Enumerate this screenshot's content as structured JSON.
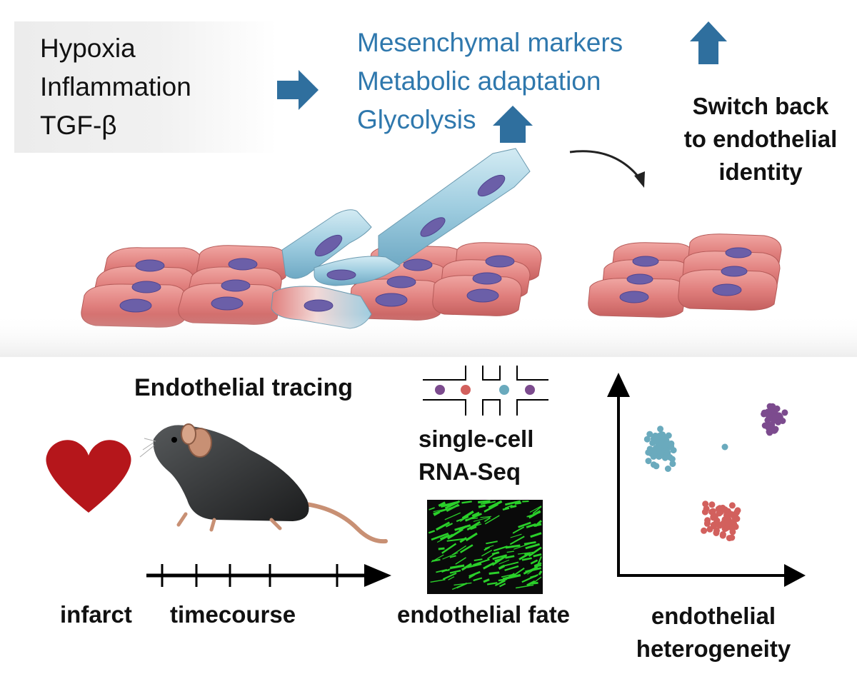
{
  "stimuli": [
    "Hypoxia",
    "Inflammation",
    "TGF-β"
  ],
  "responses": [
    "Mesenchymal markers",
    "Metabolic adaptation",
    "Glycolysis"
  ],
  "switch_back": [
    "Switch back",
    "to endothelial",
    "identity"
  ],
  "tracing": "Endothelial tracing",
  "scrnaseq": [
    "single-cell",
    "RNA-Seq"
  ],
  "bottom_labels": {
    "infarct": "infarct",
    "timecourse": "timecourse",
    "fate": "endothelial fate",
    "heterogeneity": [
      "endothelial",
      "heterogeneity"
    ]
  },
  "colors": {
    "response_text": "#2f78ad",
    "arrow_blue": "#2f6f9e",
    "endothelial_cell": "#e07f7d",
    "mesenchymal_cell": "#a7d2e2",
    "nucleus": "#6b5fa8",
    "heart": "#b5161b",
    "cluster_blue": "#6aaabd",
    "cluster_purple": "#7c4b8e",
    "cluster_red": "#d2605d",
    "fluorescence": "#2ee62e"
  },
  "icons": [
    "right-arrow-icon",
    "up-arrow-icon",
    "curved-arrow-icon",
    "heart-icon",
    "mouse-icon",
    "microfluidic-icon",
    "timeline-arrow-icon"
  ]
}
